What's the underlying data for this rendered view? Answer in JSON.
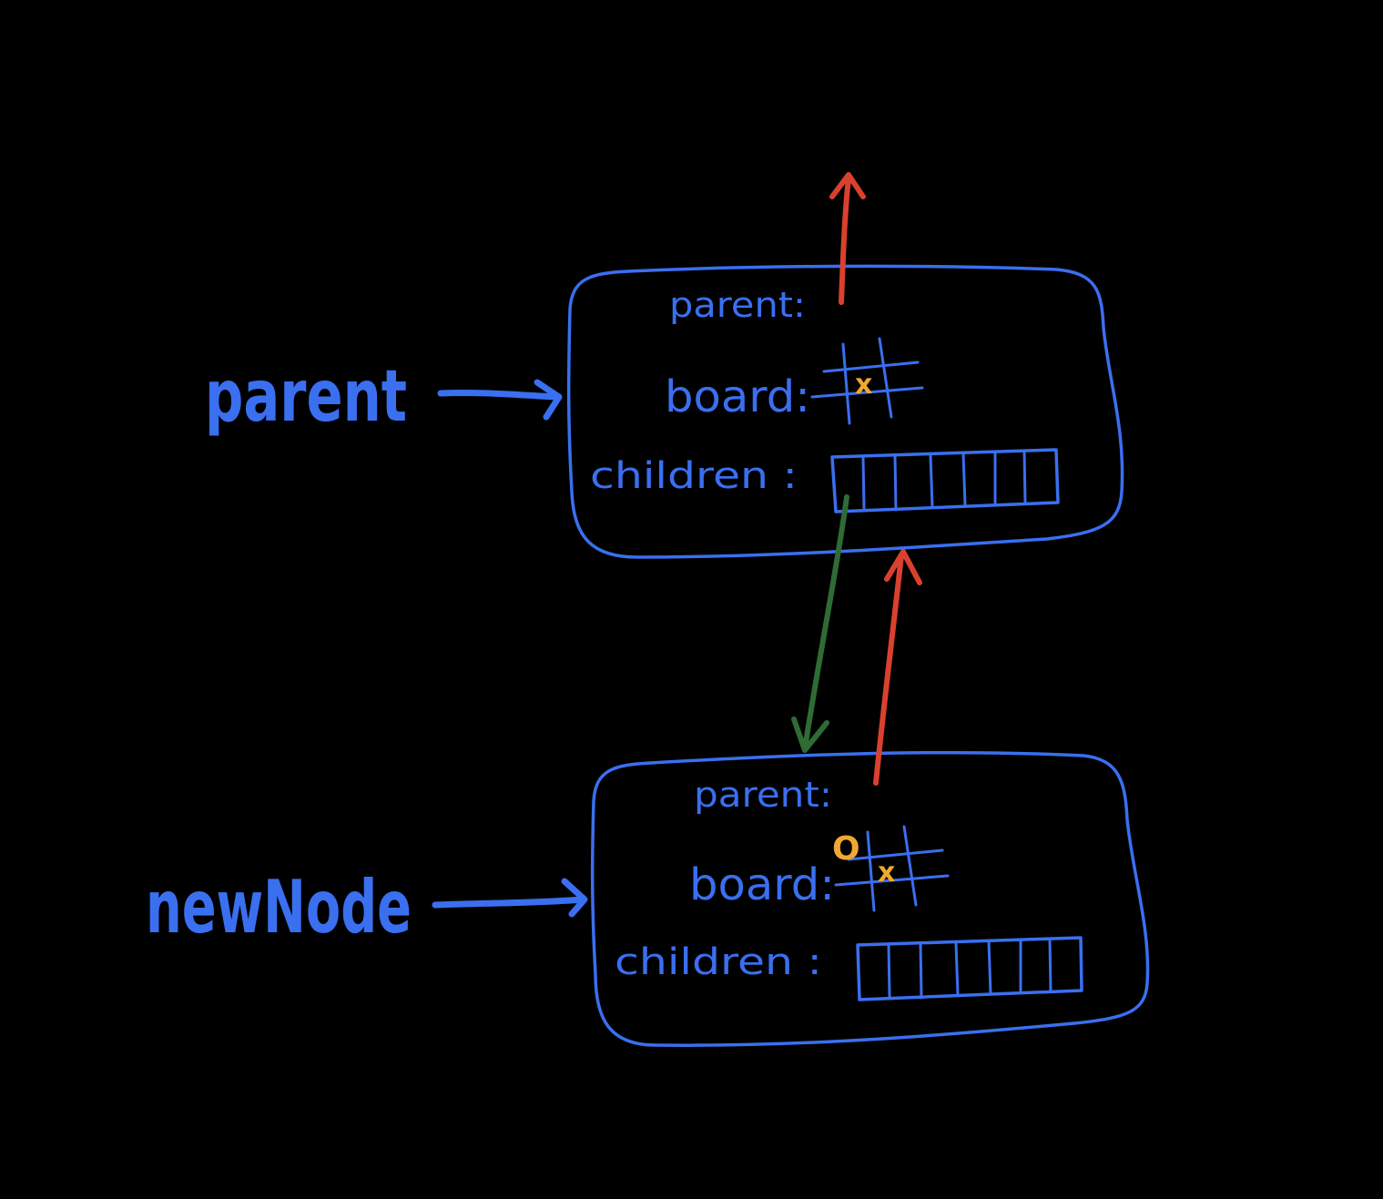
{
  "colors": {
    "background": "#000000",
    "node": "#3a6ff0",
    "parent_pointer": "#d9412e",
    "child_pointer": "#2f6b35",
    "board_mark": "#f0a830"
  },
  "labels": {
    "parent_var": "parent",
    "newnode_var": "newNode"
  },
  "nodes": {
    "parent": {
      "parent_field": "parent:",
      "board_field": "board:",
      "children_field": "children :",
      "board_x": "x"
    },
    "newnode": {
      "parent_field": "parent:",
      "board_field": "board:",
      "children_field": "children :",
      "board_x": "x",
      "board_o": "O"
    }
  }
}
